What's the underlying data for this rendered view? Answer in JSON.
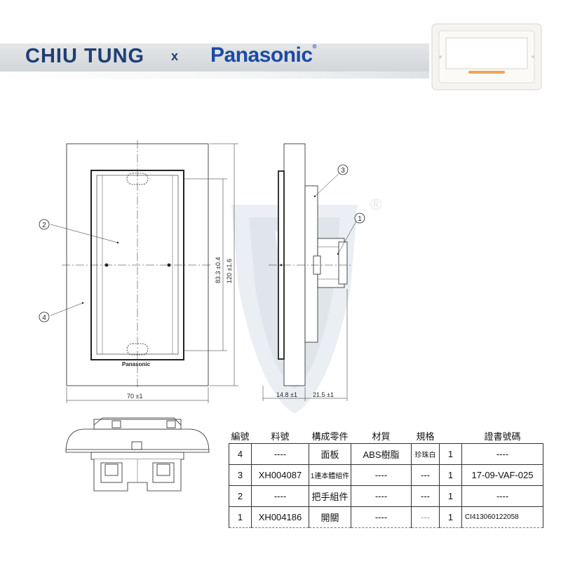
{
  "header": {
    "brand_left": "CHIU TUNG",
    "separator": "x",
    "brand_right": "Panasonic",
    "registered_mark": "®"
  },
  "drawing": {
    "front_logo": "Panasonic",
    "dims": {
      "width": "70 ±1",
      "inner_height": "83.3 ±0.4",
      "outer_height": "120 ±1.6",
      "side_depth_a": "14.8 ±1",
      "side_depth_b": "21.5 ±1"
    },
    "callouts": [
      "1",
      "2",
      "3",
      "4"
    ],
    "watermark_mark": "®"
  },
  "table": {
    "headers": [
      "編號",
      "料號",
      "構成零件",
      "材質",
      "規格",
      "",
      "證書號碼"
    ],
    "rows": [
      [
        "4",
        "----",
        "面板",
        "ABS樹脂",
        "珍珠白",
        "1",
        "----"
      ],
      [
        "3",
        "XH004087",
        "1連本體組件",
        "----",
        "---",
        "1",
        "17-09-VAF-025"
      ],
      [
        "2",
        "----",
        "把手組件",
        "----",
        "---",
        "1",
        "----"
      ],
      [
        "1",
        "XH004186",
        "開關",
        "----",
        "---",
        "1",
        "CI413060122058"
      ]
    ]
  },
  "colors": {
    "brand_navy": "#1f3e74",
    "panasonic_blue": "#1b4aa6",
    "banner_gray": "#dcdfe2",
    "watermark": "#e6ebf1"
  }
}
